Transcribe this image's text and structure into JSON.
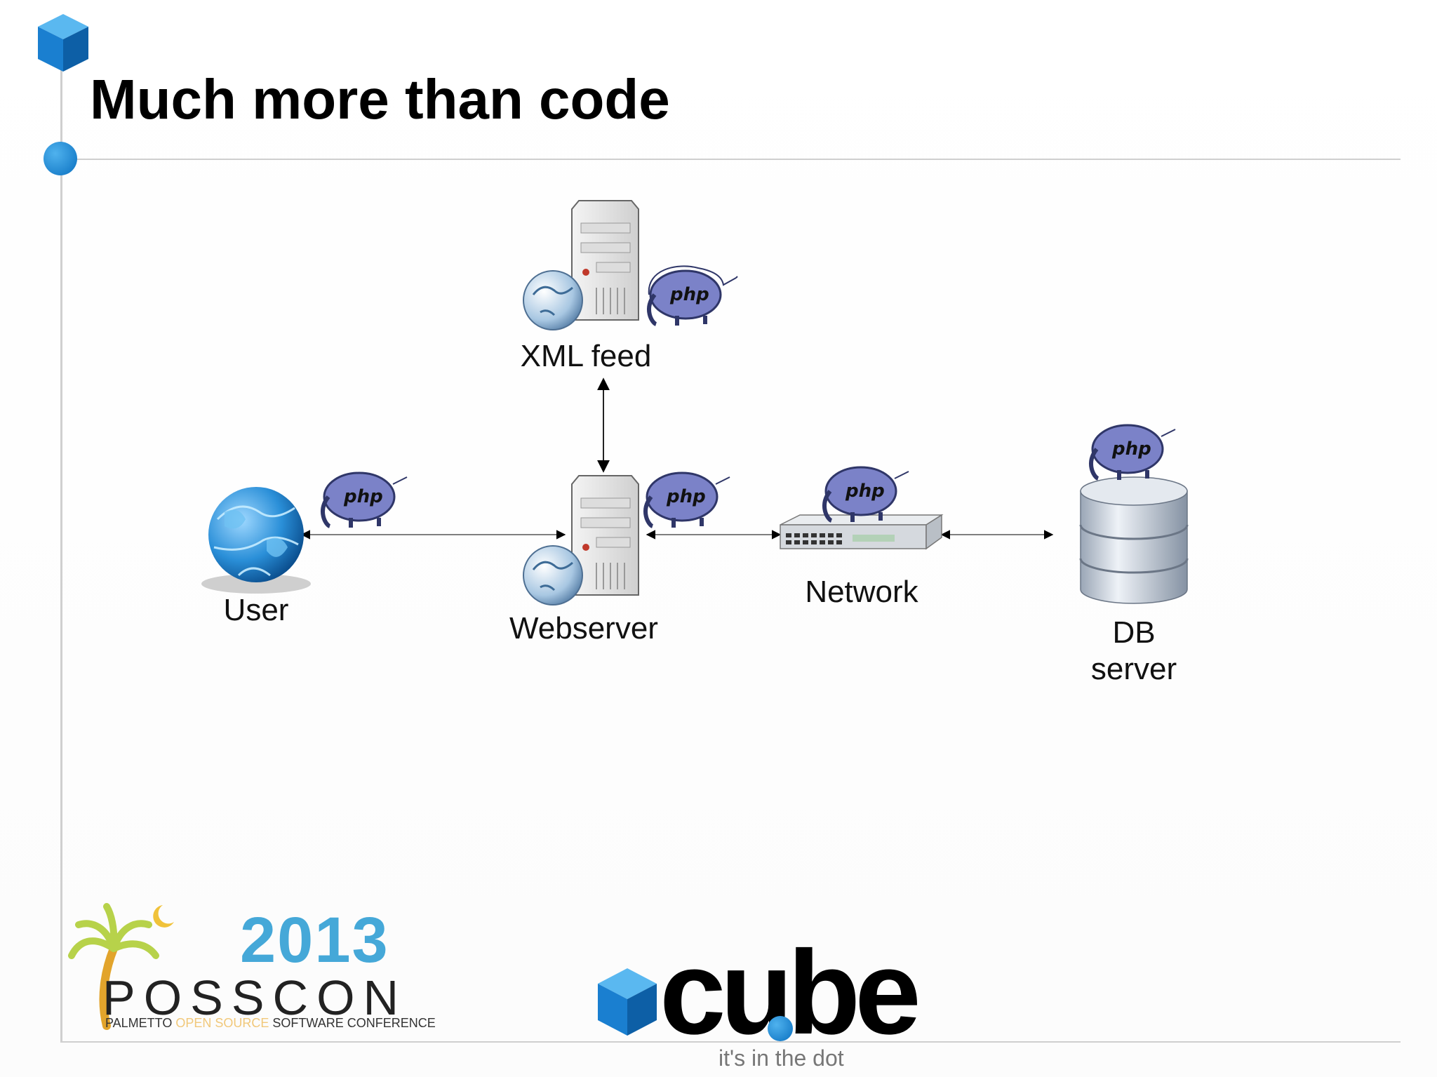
{
  "slide": {
    "title": "Much more than code"
  },
  "diagram": {
    "nodes": [
      {
        "id": "xml-feed",
        "label": "XML feed",
        "icon": "server-globe-icon",
        "badge": "php"
      },
      {
        "id": "user",
        "label": "User",
        "icon": "globe-icon",
        "badge": "php"
      },
      {
        "id": "webserver",
        "label": "Webserver",
        "icon": "server-globe-icon",
        "badge": "php"
      },
      {
        "id": "network",
        "label": "Network",
        "icon": "network-switch-icon",
        "badge": "php"
      },
      {
        "id": "db-server",
        "label_line1": "DB",
        "label_line2": "server",
        "icon": "database-icon",
        "badge": "php"
      }
    ],
    "edges": [
      {
        "from": "webserver",
        "to": "xml-feed",
        "direction": "both"
      },
      {
        "from": "user",
        "to": "webserver",
        "direction": "both"
      },
      {
        "from": "webserver",
        "to": "network",
        "direction": "both"
      },
      {
        "from": "network",
        "to": "db-server",
        "direction": "both"
      }
    ],
    "badge_text": "php"
  },
  "footer": {
    "posscon_year": "2013",
    "posscon_name": "POSSCON",
    "posscon_sub_1": "PALMETTO ",
    "posscon_sub_2": "OPEN SOURCE",
    "posscon_sub_3": " SOFTWARE CONFERENCE",
    "cube_brand": "cube",
    "cube_tagline": "it's in the dot"
  },
  "colors": {
    "accent_blue": "#1a7fd0",
    "php_purple": "#7b82c8",
    "posscon_blue": "#45a8d8",
    "rule_gray": "#cfcfcf"
  }
}
